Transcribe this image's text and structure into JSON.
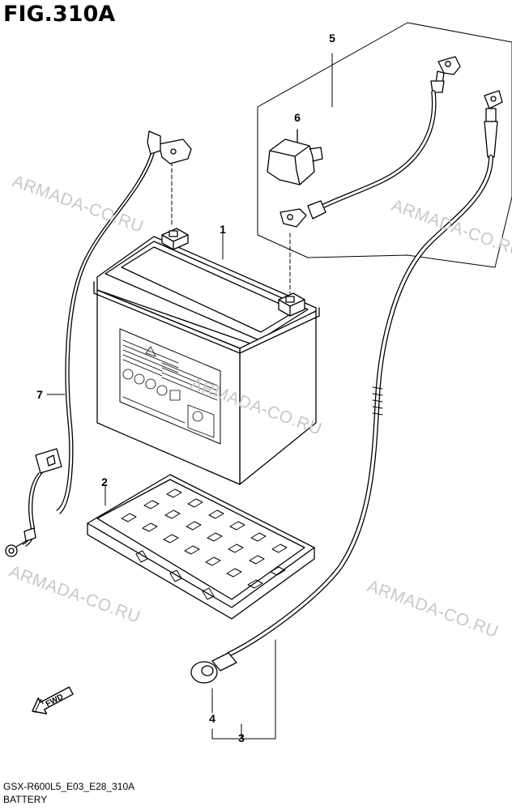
{
  "figure": {
    "title": "FIG.310A"
  },
  "callouts": {
    "p1": "1",
    "p2": "2",
    "p3": "3",
    "p4": "4",
    "p5": "5",
    "p6": "6",
    "p7": "7"
  },
  "watermarks": {
    "text": "ARMADA-CO.RU"
  },
  "direction": {
    "label": "FWD"
  },
  "footer": {
    "model_code": "GSX-R600L5_E03_E28_310A",
    "caption": "BATTERY"
  },
  "colors": {
    "line": "#000000",
    "watermark": "#c8c8c8",
    "background": "#ffffff"
  }
}
